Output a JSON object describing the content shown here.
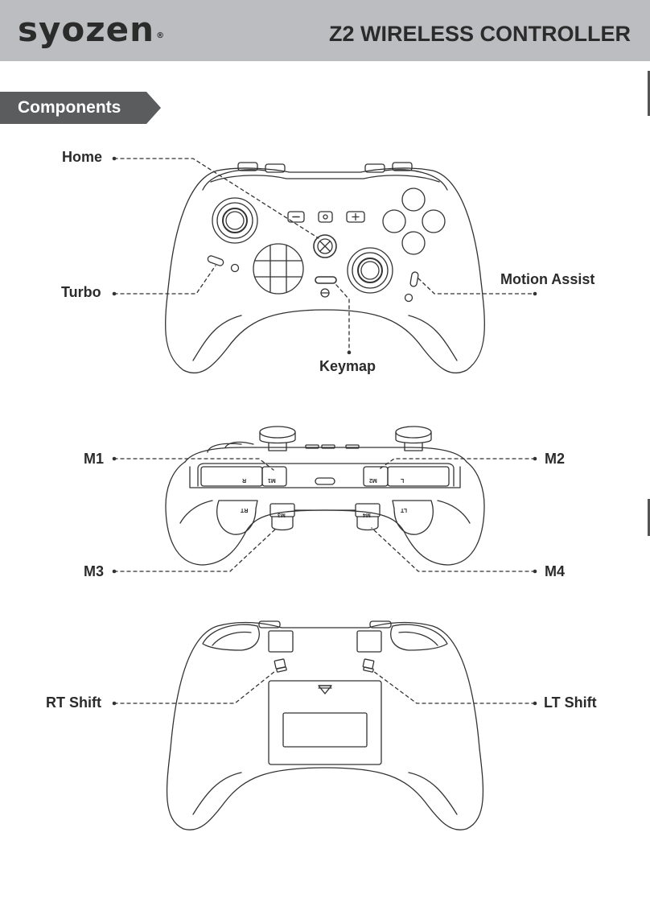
{
  "header": {
    "brand": "syozen",
    "registered_mark": "®",
    "product": "Z2 WIRELESS CONTROLLER"
  },
  "section": {
    "title": "Components"
  },
  "front_view": {
    "labels": {
      "home": "Home",
      "turbo": "Turbo",
      "motion_assist": "Motion Assist",
      "keymap": "Keymap"
    }
  },
  "top_view": {
    "labels": {
      "m1": "M1",
      "m2": "M2",
      "m3": "M3",
      "m4": "M4"
    },
    "button_marks": {
      "m1": "M1",
      "m2": "M2",
      "m3": "M3",
      "m4": "M4",
      "r": "R",
      "l": "L",
      "rt": "RT",
      "lt": "LT"
    }
  },
  "back_view": {
    "labels": {
      "rt_shift": "RT Shift",
      "lt_shift": "LT Shift"
    }
  },
  "colors": {
    "header_bg": "#bcbdc0",
    "tag_bg": "#5b5c5e",
    "text": "#2b2b2b",
    "line": "#333333"
  }
}
